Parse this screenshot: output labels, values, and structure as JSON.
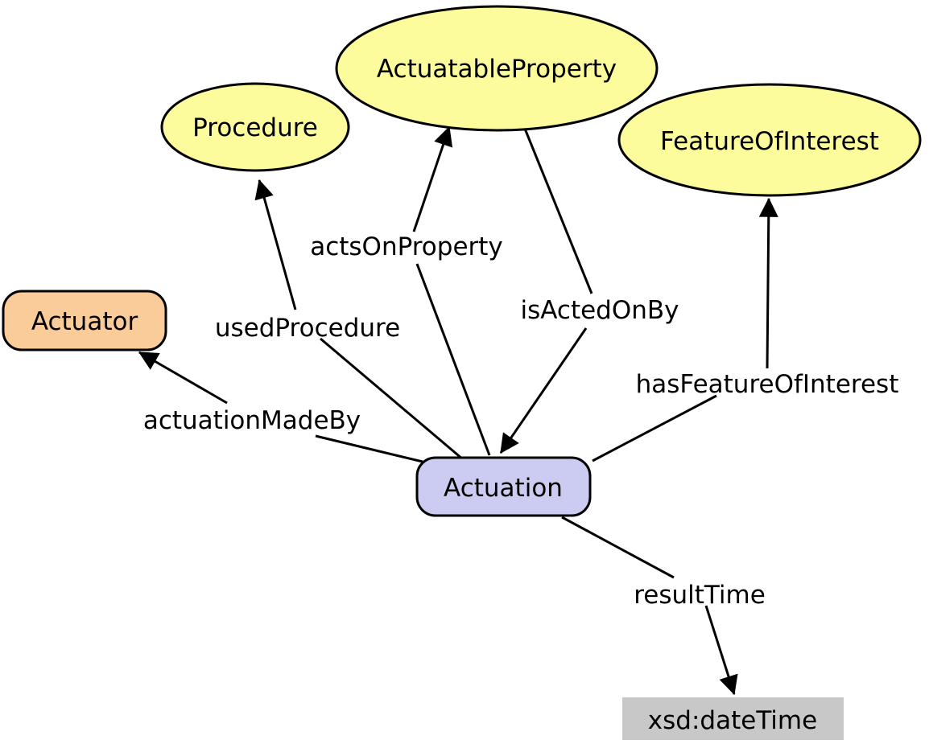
{
  "diagram": {
    "background": "#FFFFFF",
    "line_color": "#000000",
    "text_color": "#000000",
    "nodes": [
      {
        "id": "procedure",
        "label": "Procedure",
        "shape": "ellipse",
        "fill": "#FCFC9C"
      },
      {
        "id": "actuatable-property",
        "label": "ActuatableProperty",
        "shape": "ellipse",
        "fill": "#FCFC9C"
      },
      {
        "id": "feature-of-interest",
        "label": "FeatureOfInterest",
        "shape": "ellipse",
        "fill": "#FCFC9C"
      },
      {
        "id": "actuator",
        "label": "Actuator",
        "shape": "rounded-rect",
        "fill": "#FACC99"
      },
      {
        "id": "actuation",
        "label": "Actuation",
        "shape": "rounded-rect",
        "fill": "#CCCCF2"
      },
      {
        "id": "xsd-datetime",
        "label": "xsd:dateTime",
        "shape": "rect",
        "fill": "#C8C8C8"
      }
    ],
    "edges": [
      {
        "label": "usedProcedure",
        "from": "Actuation",
        "to": "Procedure"
      },
      {
        "label": "actsOnProperty",
        "from": "Actuation",
        "to": "ActuatableProperty"
      },
      {
        "label": "isActedOnBy",
        "from": "ActuatableProperty",
        "to": "Actuation"
      },
      {
        "label": "actuationMadeBy",
        "from": "Actuation",
        "to": "Actuator"
      },
      {
        "label": "hasFeatureOfInterest",
        "from": "Actuation",
        "to": "FeatureOfInterest"
      },
      {
        "label": "resultTime",
        "from": "Actuation",
        "to": "xsd:dateTime"
      }
    ]
  }
}
